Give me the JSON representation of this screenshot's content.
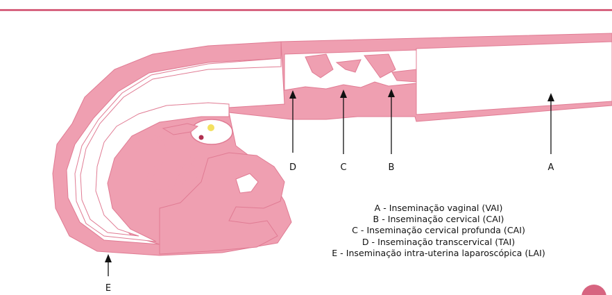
{
  "colors": {
    "tissue_fill": "#ef9fb1",
    "lumen_fill": "#ffffff",
    "tissue_outline": "#e07b93",
    "accent_rule": "#d76480",
    "arrow": "#111111",
    "text": "#111111",
    "ovary_spot": "#b03050",
    "follicle": "#f3e060"
  },
  "arrow_labels": {
    "a": "A",
    "b": "B",
    "c": "C",
    "d": "D",
    "e": "E"
  },
  "legend": [
    "A - Inseminação vaginal (VAI)",
    "B - Inseminação cervical (CAI)",
    "C - Inseminação cervical profunda (CAI)",
    "D - Inseminação transcervical (TAI)",
    "E - Inseminação intra-uterina laparoscópica (LAI)"
  ]
}
